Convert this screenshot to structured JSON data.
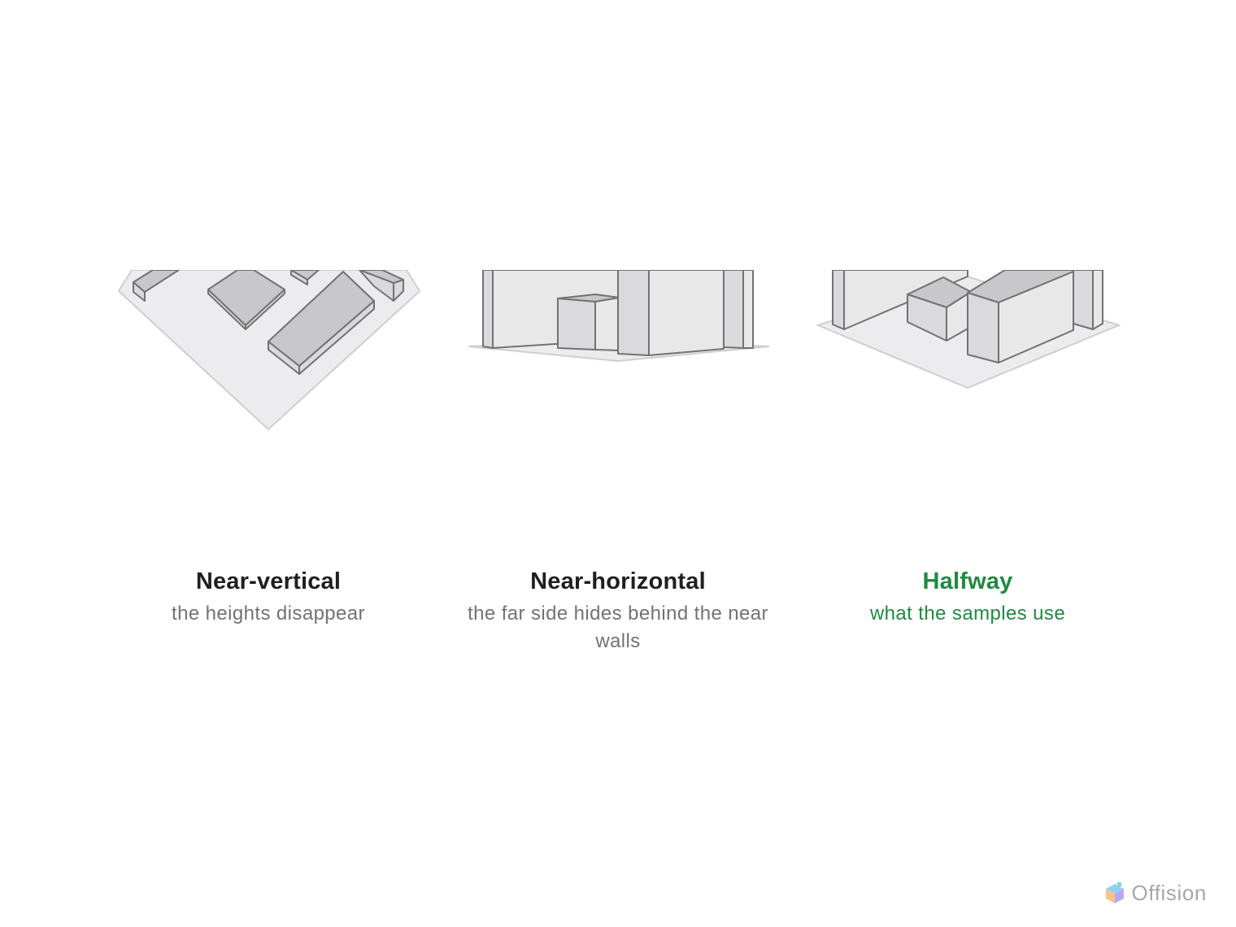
{
  "views": [
    {
      "title": "Near-vertical",
      "subtitle": "the heights disappear",
      "active": false
    },
    {
      "title": "Near-horizontal",
      "subtitle": "the far side hides behind the near walls",
      "active": false
    },
    {
      "title": "Halfway",
      "subtitle": "what the samples use",
      "active": true
    }
  ],
  "colors": {
    "active": "#1f8a3f",
    "title": "#1f1f1f",
    "subtitle": "#727272"
  },
  "brand": {
    "name": "Offision",
    "logo": "cube-logo-icon"
  }
}
